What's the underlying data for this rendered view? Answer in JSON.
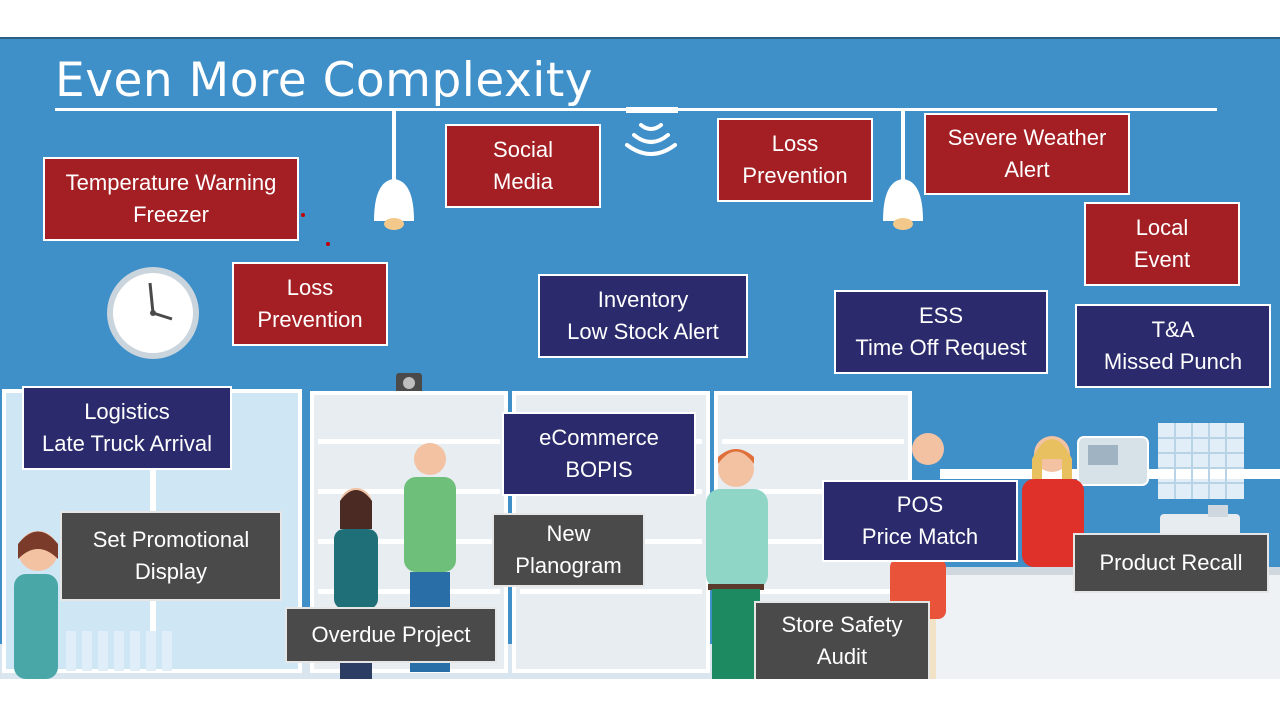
{
  "title": "Even More Complexity",
  "colors": {
    "background": "#3f8fc9",
    "red_card": "#a31f24",
    "navy_card": "#2a2a6c",
    "gray_card": "#4a4a4a"
  },
  "cards": {
    "temperature_warning": {
      "line1": "Temperature Warning",
      "line2": "Freezer"
    },
    "loss_prevention_1": {
      "line1": "Loss",
      "line2": "Prevention"
    },
    "social_media": {
      "line1": "Social",
      "line2": "Media"
    },
    "loss_prevention_2": {
      "line1": "Loss",
      "line2": "Prevention"
    },
    "severe_weather": {
      "line1": "Severe Weather",
      "line2": "Alert"
    },
    "local_event": {
      "line1": "Local",
      "line2": "Event"
    },
    "inventory": {
      "line1": "Inventory",
      "line2": "Low Stock Alert"
    },
    "ess": {
      "line1": "ESS",
      "line2": "Time Off Request"
    },
    "ta": {
      "line1": "T&A",
      "line2": "Missed Punch"
    },
    "logistics": {
      "line1": "Logistics",
      "line2": "Late Truck Arrival"
    },
    "ecommerce": {
      "line1": "eCommerce",
      "line2": "BOPIS"
    },
    "pos": {
      "line1": "POS",
      "line2": "Price Match"
    },
    "set_promotional": {
      "line1": "Set Promotional",
      "line2": "Display"
    },
    "new_planogram": {
      "line1": "New",
      "line2": "Planogram"
    },
    "overdue_project": {
      "line1": "Overdue Project"
    },
    "store_safety": {
      "line1": "Store Safety",
      "line2": "Audit"
    },
    "product_recall": {
      "line1": "Product Recall"
    }
  },
  "icons": [
    "wifi-icon",
    "clock-icon",
    "pendant-lamp-icon",
    "security-camera-icon",
    "calendar-icon",
    "cash-register-icon",
    "phone-icon"
  ]
}
